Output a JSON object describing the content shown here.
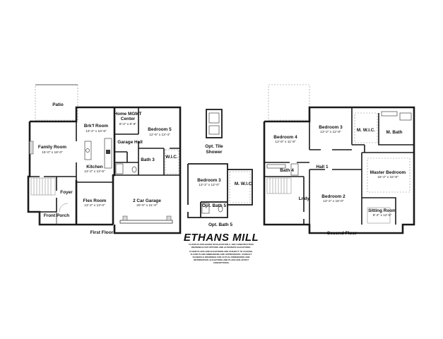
{
  "title": "ETHANS MILL",
  "notes": [
    "FLOOR PLANS BASED ON ELEVATION A. SEE CONSTRUCTION",
    "DRAWINGS FOR OPTIONS AND ALTERNATE ELEVATIONS.",
    "FLOOR PLANS AND ELEVATIONS ARE SUBJECT TO CHANGE.",
    "FLOOR PLANS DIMENSIONS ARE APPROXIMATE. CONSULT",
    "SCHEDULE DRAWINGS FOR ACTUAL DIMENSIONS AND",
    "INFORMATION. ELEVATIONS AND PLANS ARE ARTIST",
    "CONCEPTIONS."
  ],
  "first_floor": {
    "label": "First Floor",
    "rooms": [
      {
        "name": "Patio",
        "dim": ""
      },
      {
        "name": "Family Room",
        "dim": "15'-0\" x 18'-0\""
      },
      {
        "name": "Brk'f Room",
        "dim": "13'-2\" x 10'-6\""
      },
      {
        "name": "Home MGMT",
        "dim": "Center"
      },
      {
        "name": "",
        "dim": "8'-2\" x 6'-6\""
      },
      {
        "name": "Bedroom 5",
        "dim": "12'-6\" x 13'-4\""
      },
      {
        "name": "Garage Hall",
        "dim": ""
      },
      {
        "name": "Kitchen",
        "dim": "13'-2\" x 13'-6\""
      },
      {
        "name": "Bath 3",
        "dim": ""
      },
      {
        "name": "W.I.C.",
        "dim": ""
      },
      {
        "name": "Foyer",
        "dim": ""
      },
      {
        "name": "Flex Room",
        "dim": "13'-2\" x 13'-0\""
      },
      {
        "name": "2 Car Garage",
        "dim": "20'-0\" x 21'-0\""
      },
      {
        "name": "Front Porch",
        "dim": ""
      }
    ]
  },
  "option": {
    "shower_label": "Opt. Tile",
    "shower_label2": "Shower",
    "rooms": [
      {
        "name": "Bedroom 3",
        "dim": "13'-2\" x 12'-0\""
      },
      {
        "name": "M. W.I.C.",
        "dim": ""
      },
      {
        "name": "Opt. Bath 5",
        "dim": ""
      }
    ],
    "caption": "Opt. Bath 5"
  },
  "second_floor": {
    "label": "Second Floor",
    "rooms": [
      {
        "name": "Bedroom 4",
        "dim": "12'-8\" x 11'-8\""
      },
      {
        "name": "Bedroom 3",
        "dim": "13'-2\" x 12'-8\""
      },
      {
        "name": "M. W.I.C.",
        "dim": ""
      },
      {
        "name": "M. Bath",
        "dim": ""
      },
      {
        "name": "Bath 4",
        "dim": ""
      },
      {
        "name": "Hall 1",
        "dim": ""
      },
      {
        "name": "Master Bedroom",
        "dim": "18'-2\" x 15'-8\""
      },
      {
        "name": "Lndy.",
        "dim": ""
      },
      {
        "name": "Bedroom 2",
        "dim": "13'-2\" x 16'-0\""
      },
      {
        "name": "Sitting Room",
        "dim": "9'-4\" x 12'-8\""
      }
    ]
  }
}
